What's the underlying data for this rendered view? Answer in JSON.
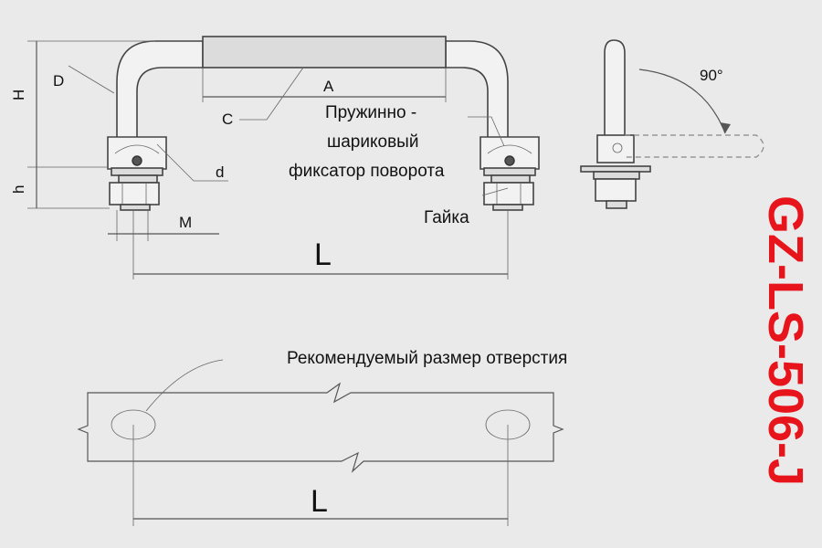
{
  "dimensions": {
    "D": "D",
    "H": "H",
    "h": "h",
    "A": "A",
    "C": "C",
    "d": "d",
    "M": "M",
    "L_top": "L",
    "L_bottom": "L",
    "angle": "90°"
  },
  "annotations": {
    "spring_ball_lock_line1": "Пружинно -",
    "spring_ball_lock_line2": "шариковый",
    "spring_ball_lock_line3": "фиксатор поворота",
    "nut": "Гайка",
    "recommended_hole_size": "Рекомендуемый размер  отверстия"
  },
  "product_code": "GZ-LS-506-J",
  "colors": {
    "background": "#eaeaea",
    "product_code": "#e8141b"
  }
}
